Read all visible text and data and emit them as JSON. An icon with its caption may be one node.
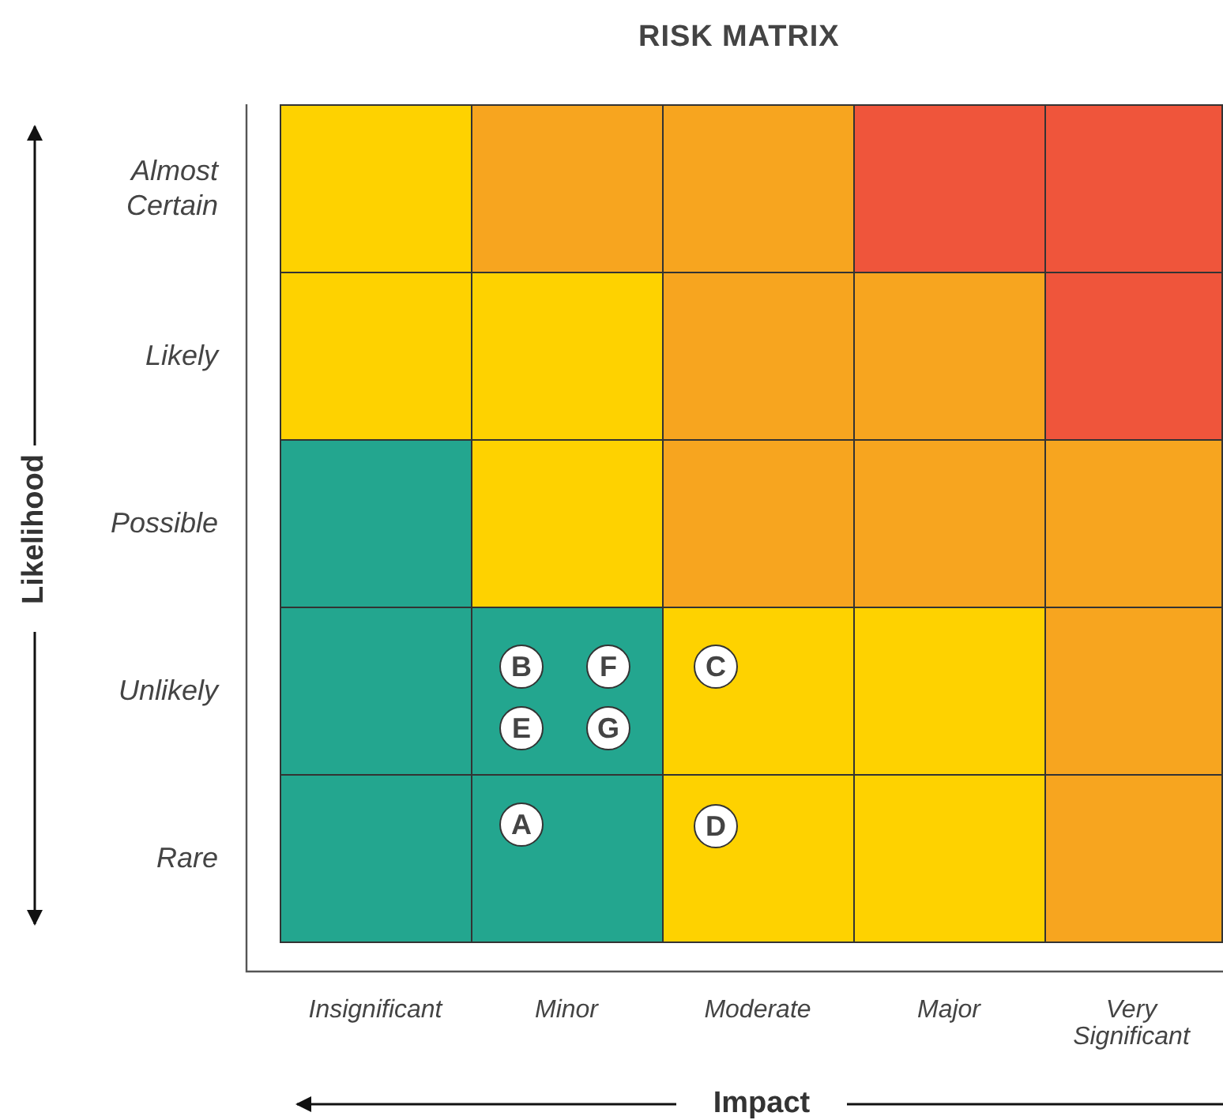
{
  "diagram": {
    "title": "RISK MATRIX",
    "nodes": [
      {
        "text": [],
        "shape": "box"
      },
      {
        "text": [],
        "shape": "box"
      },
      {
        "text": [],
        "shape": "box"
      },
      {
        "text": [],
        "shape": "box"
      },
      {
        "text": [],
        "shape": "box"
      },
      {
        "text": [],
        "shape": "box"
      },
      {
        "text": [],
        "shape": "box"
      },
      {
        "text": [],
        "shape": "box"
      },
      {
        "text": [],
        "shape": "box"
      },
      {
        "text": [],
        "shape": "box"
      },
      {
        "text": [],
        "shape": "box"
      },
      {
        "text": [],
        "shape": "box"
      },
      {
        "text": [],
        "shape": "box"
      },
      {
        "text": [],
        "shape": "box"
      },
      {
        "text": [],
        "shape": "box"
      },
      {
        "text": [],
        "shape": "box"
      },
      {
        "text": [],
        "shape": "box"
      },
      {
        "text": [],
        "shape": "box"
      },
      {
        "text": [],
        "shape": "box"
      },
      {
        "text": [],
        "shape": "box"
      },
      {
        "text": [],
        "shape": "box"
      },
      {
        "text": [],
        "shape": "box"
      },
      {
        "text": [],
        "shape": "box"
      },
      {
        "text": [],
        "shape": "box"
      },
      {
        "text": [],
        "shape": "box"
      },
      {
        "text": [
          "B"
        ],
        "in": 16
      },
      {
        "text": [
          "F"
        ],
        "in": 16
      },
      {
        "text": [
          "C"
        ],
        "in": 17
      },
      {
        "text": [
          "E"
        ],
        "in": 16
      },
      {
        "text": [
          "G"
        ],
        "in": 16
      },
      {
        "text": [
          "A"
        ],
        "in": 21
      },
      {
        "text": [
          "D"
        ],
        "in": 22
      }
    ],
    "edges": [],
    "labels": [
      "Likelihood",
      "Almost Certain",
      "Likely",
      "Possible",
      "Unlikely",
      "Rare",
      "Insignificant",
      "Minor",
      "Moderate",
      "Major",
      "Very Significant",
      "Impact"
    ]
  }
}
